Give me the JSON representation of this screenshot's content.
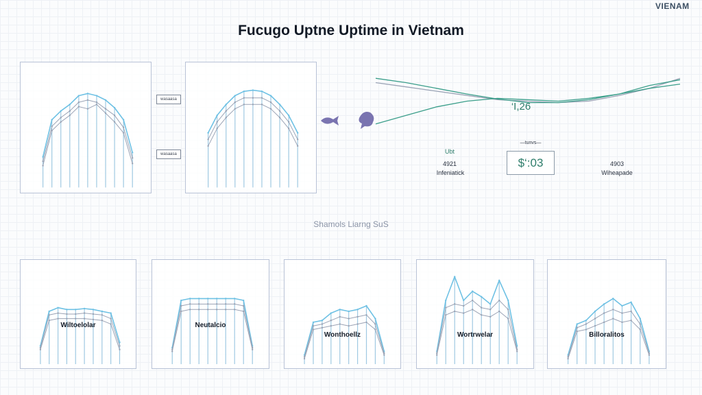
{
  "header": {
    "title": "Fucugo Uptne Uptime in Vietnam",
    "brand": "VIENAM"
  },
  "tags": [
    "wasaasa",
    "wasaasa"
  ],
  "line_panel": {
    "peak_label": "‘I,26",
    "left_note": {
      "top": "Ubt",
      "value": "4921",
      "caption": "Infeniatick"
    },
    "center_note": {
      "top": "—tunvs—",
      "value": "$‘:03"
    },
    "right_note": {
      "value": "4903",
      "caption": "Wiheapade"
    }
  },
  "section_title": "Shamols Liarng SuS",
  "mini_charts": [
    "Wiltoelolar",
    "Neutalcio",
    "Wonthoellz",
    "Wortrwelar",
    "Billoralitos"
  ],
  "colors": {
    "light_blue": "#6ec1e4",
    "gray_line": "#9aa3b5",
    "teal": "#3a9e8a",
    "purple": "#6f6aa8"
  },
  "chart_data": [
    {
      "type": "line",
      "x": [
        0,
        1,
        2,
        3,
        4,
        5,
        6,
        7,
        8,
        9,
        10
      ],
      "series": [
        {
          "values": [
            28,
            62,
            70,
            76,
            84,
            86,
            84,
            80,
            73,
            62,
            32
          ]
        },
        {
          "values": [
            24,
            56,
            64,
            70,
            78,
            80,
            78,
            72,
            66,
            55,
            27
          ]
        },
        {
          "values": [
            20,
            52,
            60,
            66,
            74,
            72,
            76,
            68,
            60,
            50,
            22
          ]
        }
      ],
      "ylim": [
        0,
        100
      ]
    },
    {
      "type": "line",
      "x": [
        0,
        1,
        2,
        3,
        4,
        5,
        6,
        7,
        8,
        9,
        10
      ],
      "series": [
        {
          "values": [
            50,
            66,
            76,
            84,
            88,
            89,
            88,
            84,
            76,
            66,
            50
          ]
        },
        {
          "values": [
            44,
            60,
            70,
            78,
            82,
            82,
            82,
            78,
            70,
            60,
            44
          ]
        },
        {
          "values": [
            38,
            54,
            64,
            72,
            76,
            76,
            76,
            72,
            64,
            54,
            38
          ]
        }
      ],
      "ylim": [
        0,
        100
      ]
    },
    {
      "type": "line",
      "x": [
        0,
        1,
        2,
        3,
        4,
        5,
        6,
        7,
        8,
        9,
        10
      ],
      "series": [
        {
          "values": [
            88,
            82,
            76,
            70,
            64,
            62,
            60,
            62,
            70,
            80,
            94
          ]
        },
        {
          "values": [
            94,
            88,
            80,
            72,
            65,
            60,
            60,
            64,
            72,
            84,
            92
          ]
        },
        {
          "values": [
            30,
            42,
            54,
            62,
            66,
            64,
            62,
            66,
            72,
            80,
            86
          ]
        }
      ],
      "ylim": [
        0,
        100
      ]
    },
    {
      "type": "line",
      "x": [
        0,
        1,
        2,
        3,
        4,
        5,
        6,
        7,
        8,
        9
      ],
      "series": [
        {
          "values": [
            20,
            58,
            62,
            60,
            60,
            61,
            60,
            58,
            56,
            24
          ]
        },
        {
          "values": [
            18,
            54,
            56,
            55,
            55,
            56,
            55,
            54,
            50,
            20
          ]
        },
        {
          "values": [
            16,
            48,
            50,
            50,
            50,
            50,
            49,
            48,
            44,
            16
          ]
        }
      ],
      "ylim": [
        0,
        100
      ]
    },
    {
      "type": "line",
      "x": [
        0,
        1,
        2,
        3,
        4,
        5,
        6,
        7,
        8,
        9
      ],
      "series": [
        {
          "values": [
            18,
            70,
            72,
            72,
            72,
            72,
            72,
            72,
            70,
            20
          ]
        },
        {
          "values": [
            16,
            64,
            66,
            66,
            66,
            66,
            66,
            66,
            64,
            18
          ]
        },
        {
          "values": [
            14,
            58,
            60,
            60,
            60,
            60,
            60,
            60,
            58,
            16
          ]
        }
      ],
      "ylim": [
        0,
        100
      ]
    },
    {
      "type": "line",
      "x": [
        0,
        1,
        2,
        3,
        4,
        5,
        6,
        7,
        8,
        9
      ],
      "series": [
        {
          "values": [
            10,
            46,
            48,
            56,
            60,
            58,
            60,
            64,
            50,
            14
          ]
        },
        {
          "values": [
            8,
            42,
            44,
            48,
            52,
            50,
            52,
            54,
            44,
            12
          ]
        },
        {
          "values": [
            6,
            38,
            40,
            42,
            44,
            42,
            44,
            46,
            38,
            10
          ]
        }
      ],
      "ylim": [
        0,
        100
      ]
    },
    {
      "type": "line",
      "x": [
        0,
        1,
        2,
        3,
        4,
        5,
        6,
        7,
        8,
        9
      ],
      "series": [
        {
          "values": [
            14,
            70,
            96,
            70,
            80,
            74,
            66,
            92,
            70,
            20
          ]
        },
        {
          "values": [
            12,
            62,
            66,
            64,
            70,
            62,
            60,
            70,
            60,
            16
          ]
        },
        {
          "values": [
            10,
            54,
            58,
            56,
            60,
            54,
            52,
            58,
            50,
            14
          ]
        }
      ],
      "ylim": [
        0,
        100
      ]
    },
    {
      "type": "line",
      "x": [
        0,
        1,
        2,
        3,
        4,
        5,
        6,
        7,
        8,
        9
      ],
      "series": [
        {
          "values": [
            10,
            44,
            48,
            58,
            66,
            72,
            64,
            68,
            50,
            14
          ]
        },
        {
          "values": [
            8,
            40,
            44,
            50,
            56,
            60,
            56,
            58,
            44,
            12
          ]
        },
        {
          "values": [
            6,
            36,
            38,
            42,
            46,
            50,
            46,
            48,
            38,
            10
          ]
        }
      ],
      "ylim": [
        0,
        100
      ]
    }
  ]
}
